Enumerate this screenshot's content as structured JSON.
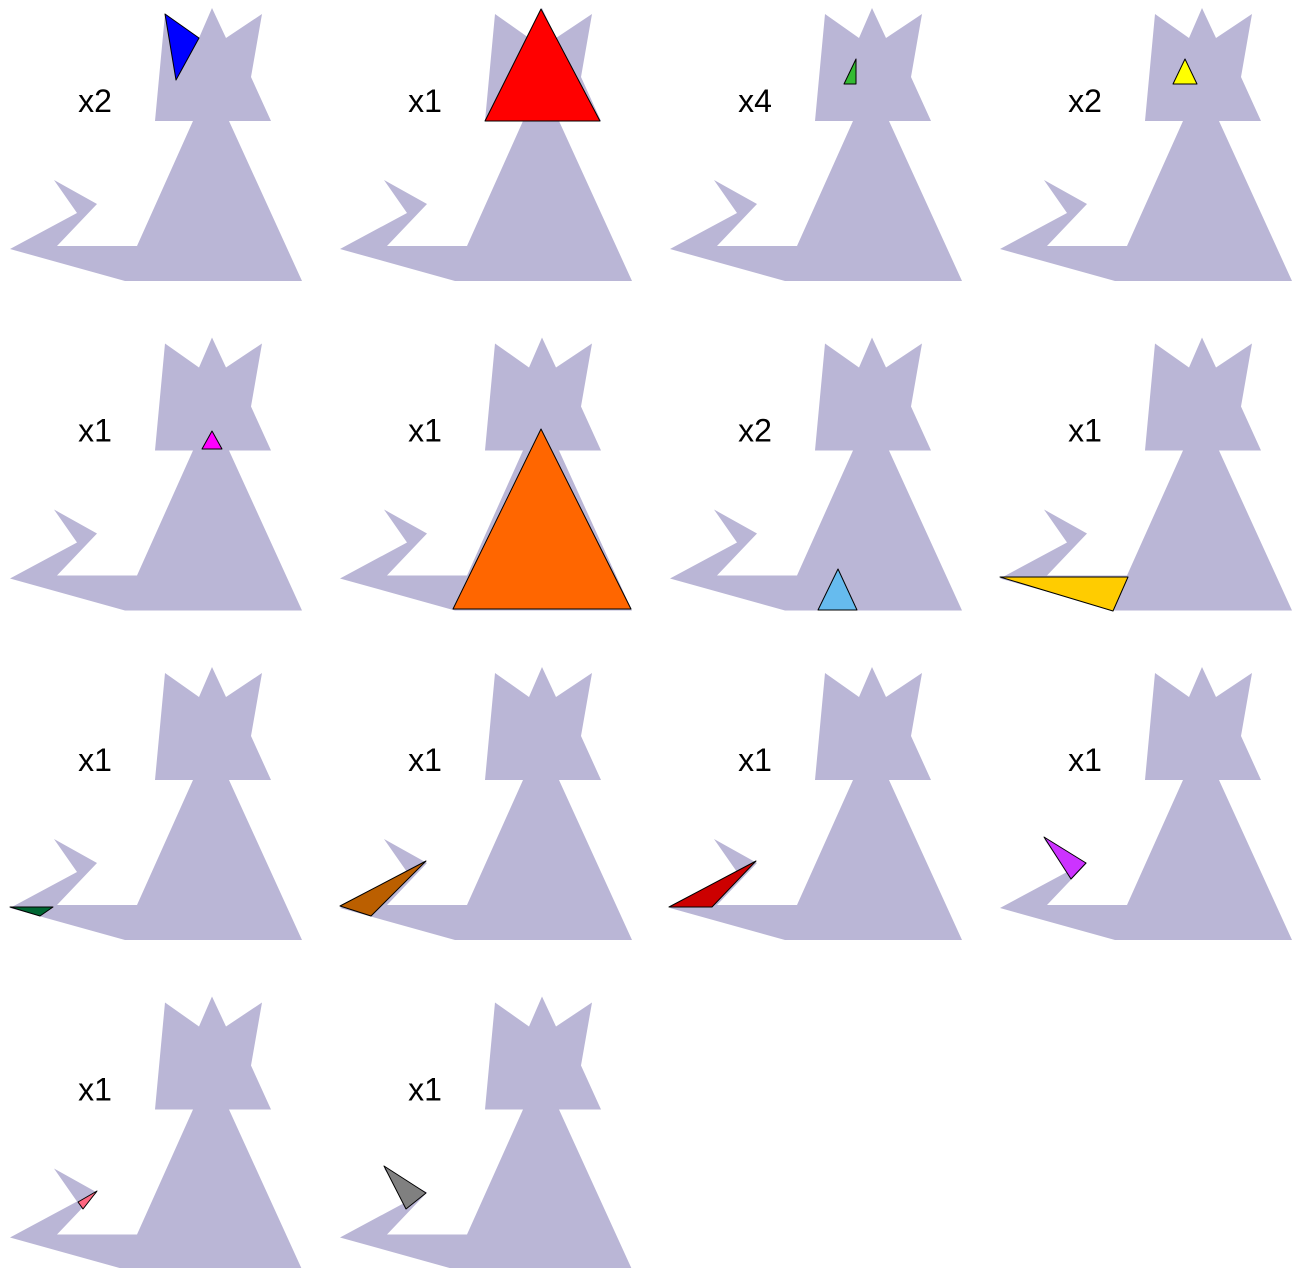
{
  "silhouette": {
    "name": "cat",
    "color": "#bab6d6"
  },
  "panels": [
    {
      "count": "x2",
      "piece": "blue-triangle",
      "color": "#0000ff"
    },
    {
      "count": "x1",
      "piece": "red-triangle",
      "color": "#ff0000"
    },
    {
      "count": "x4",
      "piece": "green-triangle",
      "color": "#33bb33"
    },
    {
      "count": "x2",
      "piece": "yellow-triangle",
      "color": "#ffff00"
    },
    {
      "count": "x1",
      "piece": "magenta-triangle",
      "color": "#ff00ff"
    },
    {
      "count": "x1",
      "piece": "orange-triangle",
      "color": "#ff6600"
    },
    {
      "count": "x2",
      "piece": "light-blue-triangle",
      "color": "#66bbee"
    },
    {
      "count": "x1",
      "piece": "gold-triangle",
      "color": "#ffcc00"
    },
    {
      "count": "x1",
      "piece": "dark-green-triangle",
      "color": "#006633"
    },
    {
      "count": "x1",
      "piece": "brown-triangle",
      "color": "#bb5f00"
    },
    {
      "count": "x1",
      "piece": "crimson-triangle",
      "color": "#cc0000"
    },
    {
      "count": "x1",
      "piece": "violet-triangle",
      "color": "#cc33ff"
    },
    {
      "count": "x1",
      "piece": "pink-triangle",
      "color": "#ff6680"
    },
    {
      "count": "x1",
      "piece": "gray-triangle",
      "color": "#808080"
    }
  ]
}
